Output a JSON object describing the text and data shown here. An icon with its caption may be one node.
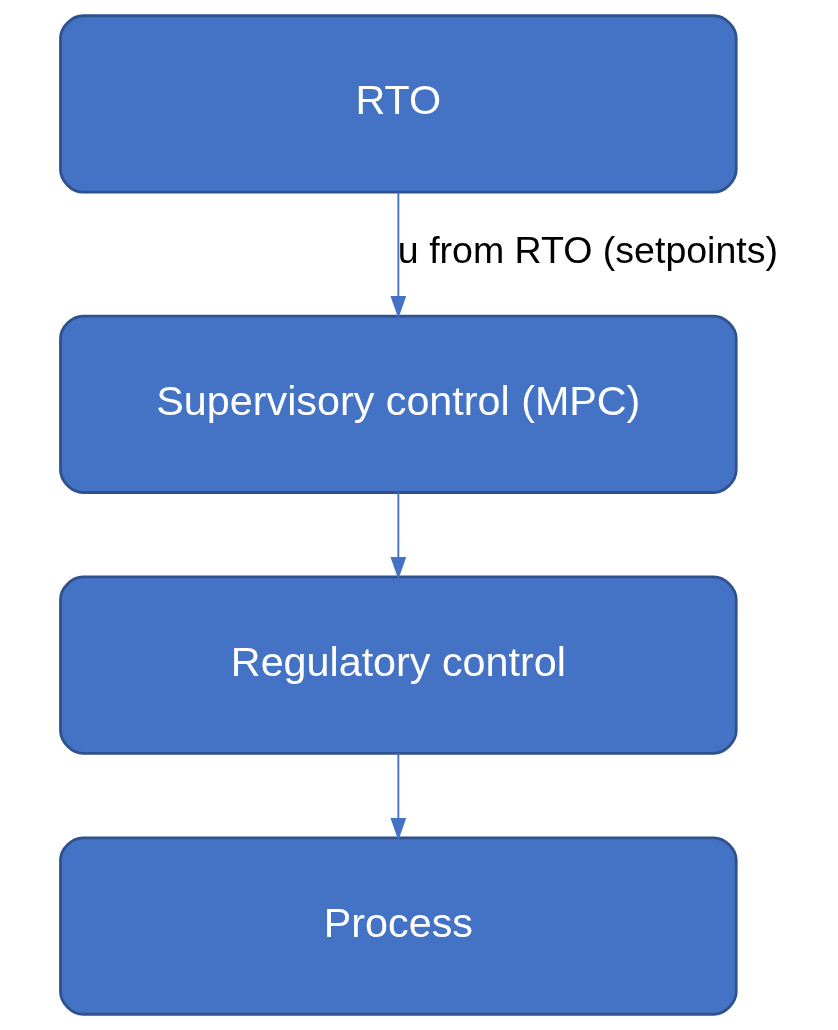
{
  "diagram": {
    "nodes": [
      {
        "text": [
          "RTO"
        ]
      },
      {
        "text": [
          "Supervisory control (MPC)"
        ]
      },
      {
        "text": [
          "Regulatory control"
        ]
      },
      {
        "text": [
          "Process"
        ]
      }
    ],
    "edges": [
      {
        "from": 0,
        "to": 1,
        "arrow": "to",
        "label": "u from RTO (setpoints)"
      },
      {
        "from": 1,
        "to": 2,
        "arrow": "to"
      },
      {
        "from": 2,
        "to": 3,
        "arrow": "to"
      }
    ]
  }
}
